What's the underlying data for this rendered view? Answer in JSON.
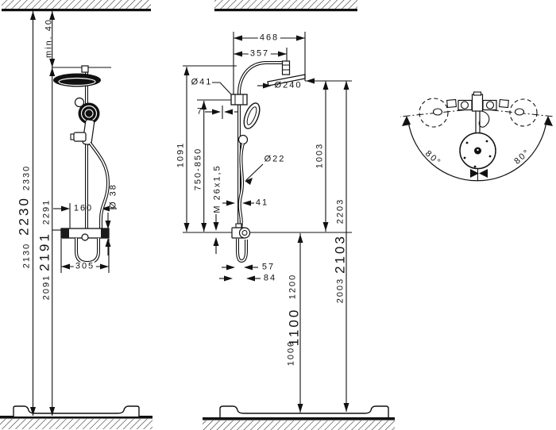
{
  "front": {
    "min_clearance": "min. 40",
    "total_height_high": "2330",
    "total_height_main": "2230",
    "total_height_low": "2130",
    "outlet_height_high": "2291",
    "outlet_height_main": "2191",
    "outlet_height_low": "2091",
    "hose_offset": "160",
    "bar_diameter": "Ø 38",
    "bar_width": "305"
  },
  "side": {
    "head_reach": "468",
    "arm_reach": "357",
    "bracket_diameter": "Ø41",
    "head_diameter": "Ø240",
    "bracket_offset": "7",
    "arm_to_valve": "1091",
    "riser_range": "750-850",
    "thread_spec": "M 26x1,5",
    "pipe_diameter": "Ø22",
    "pipe_offset": "41",
    "loop_width": "57",
    "loop_depth": "84",
    "valve_to_head": "1003",
    "overall_high": "2203",
    "overall_main": "2103",
    "overall_low": "2003",
    "valve_height_high": "1200",
    "valve_height_main": "1100",
    "valve_height_low": "1000"
  },
  "top": {
    "swivel_left": "80°",
    "swivel_right": "80°"
  }
}
